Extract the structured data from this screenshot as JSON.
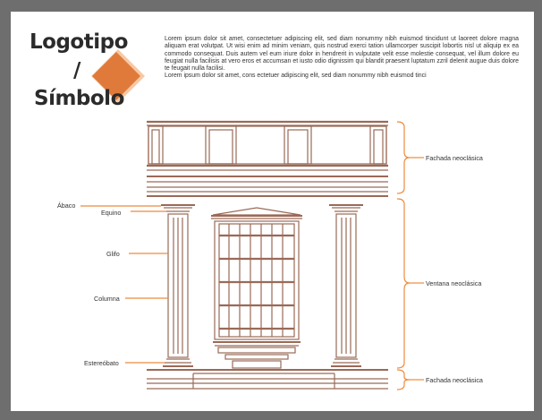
{
  "logo": {
    "line1": "Logotipo",
    "line2": "/",
    "line3": "Símbolo",
    "accent_color": "#e07a3b"
  },
  "lorem": {
    "paragraph1": "Lorem ipsum dolor sit amet, consectetuer adipiscing elit, sed diam nonummy nibh euismod tincidunt ut laoreet dolore magna aliquam erat volutpat. Ut wisi enim ad minim veniam, quis nostrud exerci tation ullamcorper suscipit lobortis nisl ut aliquip ex ea commodo consequat. Duis autem vel eum iriure dolor in hendrerit in vulputate velit esse molestie consequat, vel illum dolore eu feugiat nulla facilisis at vero eros et accumsan et iusto odio dignissim qui blandit praesent luptatum zzril delenit augue duis dolore te feugait nulla facilisi.",
    "paragraph2": "Lorem ipsum dolor sit amet, cons ectetuer adipiscing elit, sed diam nonummy nibh euismod tinci"
  },
  "labels_left": {
    "abaco": "Ábaco",
    "equino": "Equino",
    "glifo": "Glifo",
    "columna": "Columna",
    "estereobato": "Estereóbato"
  },
  "labels_right": {
    "fachada_top": "Fachada neoclásica",
    "ventana": "Ventana neoclásica",
    "fachada_bottom": "Fachada neoclásica"
  },
  "colors": {
    "line_brown": "#9a6a57",
    "accent_orange": "#ee8a3c",
    "frame_gray": "#6e6e6e"
  }
}
